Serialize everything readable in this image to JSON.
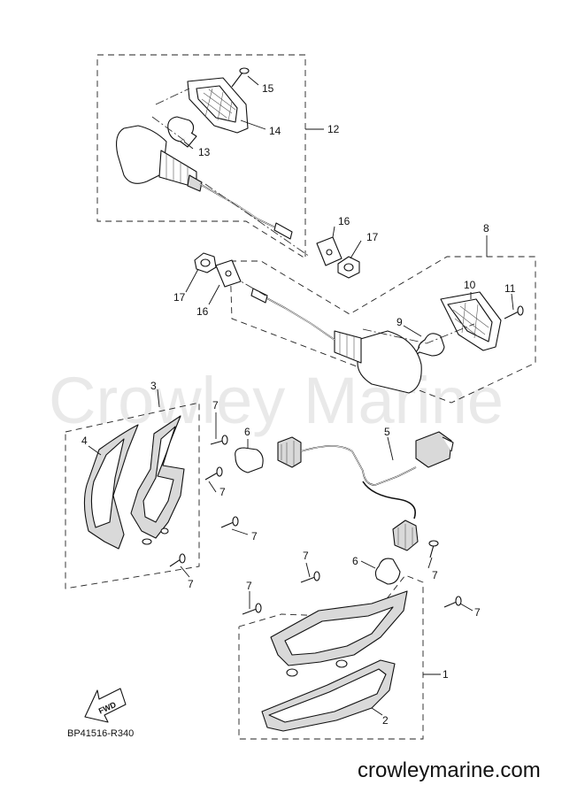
{
  "watermark": "Crowley Marine",
  "footer": {
    "website": "crowleymarine.com"
  },
  "diagram_code": "BP41516-R340",
  "fwd_label": "FWD",
  "callouts": [
    "15",
    "14",
    "12",
    "13",
    "16",
    "17",
    "8",
    "10",
    "11",
    "9",
    "17",
    "16",
    "3",
    "4",
    "7",
    "6",
    "5",
    "7",
    "7",
    "7",
    "6",
    "7",
    "7",
    "7",
    "7",
    "1",
    "2"
  ]
}
